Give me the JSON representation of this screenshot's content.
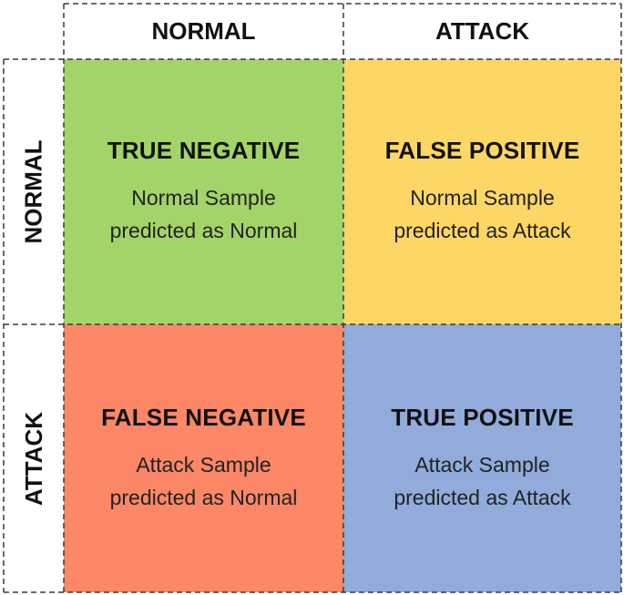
{
  "columns": {
    "normal": "NORMAL",
    "attack": "ATTACK"
  },
  "rows": {
    "normal": "NORMAL",
    "attack": "ATTACK"
  },
  "cells": {
    "true_negative": {
      "title": "TRUE NEGATIVE",
      "line1": "Normal Sample",
      "line2": "predicted as Normal",
      "color": "#a3d469"
    },
    "false_positive": {
      "title": "FALSE POSITIVE",
      "line1": "Normal Sample",
      "line2": "predicted as Attack",
      "color": "#fdd766"
    },
    "false_negative": {
      "title": "FALSE NEGATIVE",
      "line1": "Attack Sample",
      "line2": "predicted as Normal",
      "color": "#fb8767"
    },
    "true_positive": {
      "title": "TRUE POSITIVE",
      "line1": "Attack Sample",
      "line2": "predicted as Attack",
      "color": "#91abdb"
    }
  },
  "grid": {
    "line_color": "#3a3a3a"
  }
}
